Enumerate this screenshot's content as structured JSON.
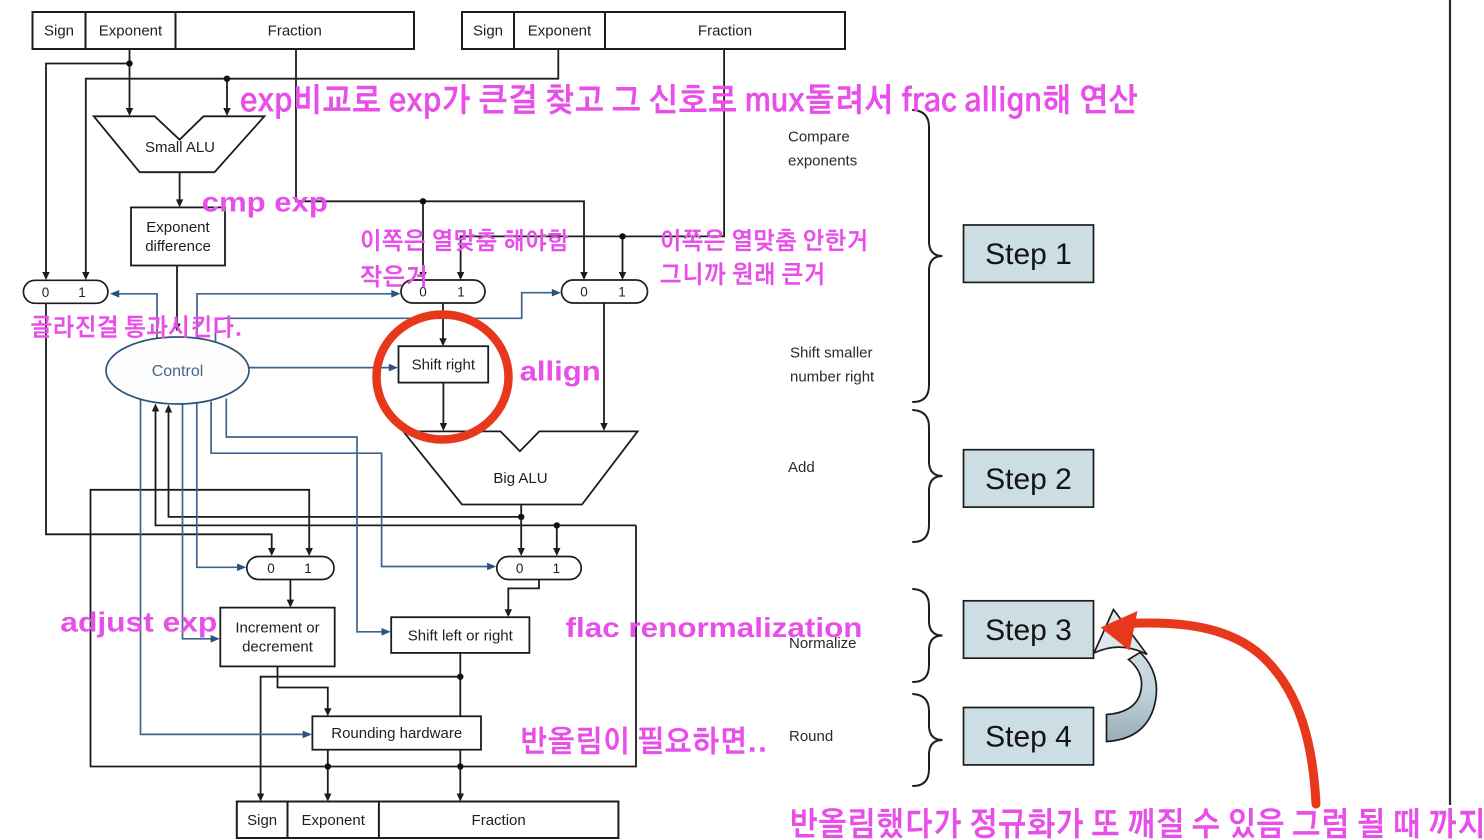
{
  "figure": {
    "register_a": {
      "sign": "Sign",
      "exponent": "Exponent",
      "fraction": "Fraction"
    },
    "register_b": {
      "sign": "Sign",
      "exponent": "Exponent",
      "fraction": "Fraction"
    },
    "register_result": {
      "sign": "Sign",
      "exponent": "Exponent",
      "fraction": "Fraction"
    },
    "blocks": {
      "small_alu": "Small ALU",
      "exponent_difference_1": "Exponent",
      "exponent_difference_2": "difference",
      "control": "Control",
      "shift_right": "Shift right",
      "big_alu": "Big ALU",
      "increment_or_decrement_1": "Increment or",
      "increment_or_decrement_2": "decrement",
      "shift_left_or_right": "Shift left or right",
      "rounding_hardware": "Rounding hardware"
    },
    "mux": {
      "zero": "0",
      "one": "1"
    },
    "stage_labels": {
      "compare_1": "Compare",
      "compare_2": "exponents",
      "shift_smaller_1": "Shift smaller",
      "shift_smaller_2": "number right",
      "add": "Add",
      "normalize": "Normalize",
      "round": "Round"
    },
    "steps": {
      "step1": "Step 1",
      "step2": "Step 2",
      "step3": "Step 3",
      "step4": "Step 4"
    }
  },
  "annotations": {
    "title": "exp비교로 exp가 큰걸 찾고 그 신호로 mux돌려서 frac allign해 연산",
    "cmp_exp": "cmp exp",
    "left_mux_note_1": "이쪽은 열맞춤 해야함",
    "left_mux_note_2": "작은거",
    "right_mux_note_1": "이쪽은 열맞춤 안한거",
    "right_mux_note_2": "그니까 원래 큰거",
    "control_note": "골라진걸 통과시킨다.",
    "allign": "allign",
    "adjust_exp": "adjust exp",
    "flac_renormalization": "flac renormalization",
    "round_note": "반올림이 필요하면..",
    "loop_note": "반올림했다가 정규화가 또 깨질 수 있음 그럼 될 때 까지"
  },
  "colors": {
    "annotation_magenta": "#e84fe8",
    "wire_black": "#1c1c1c",
    "wire_blue": "#3e638e",
    "control_text": "#44678e",
    "step_box_fill": "#ccdde3",
    "highlight_red": "#e8381c",
    "loop_arrow_gray": "#9db1bb"
  }
}
